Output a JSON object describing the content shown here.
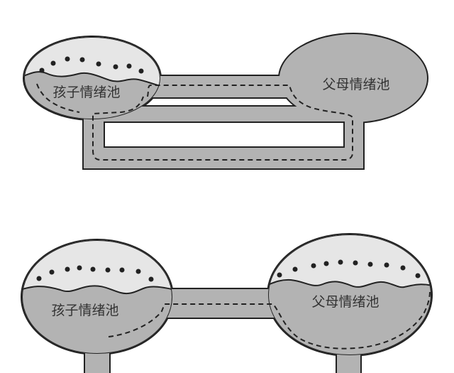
{
  "diagrams": [
    {
      "child_pool_label": "孩子情绪池",
      "parent_pool_label": "父母情绪池"
    },
    {
      "child_pool_label": "孩子情绪池",
      "parent_pool_label": "父母情绪池"
    }
  ],
  "colors": {
    "water": "#b3b3b3",
    "air": "#e6e6e6",
    "outline": "#222222"
  }
}
